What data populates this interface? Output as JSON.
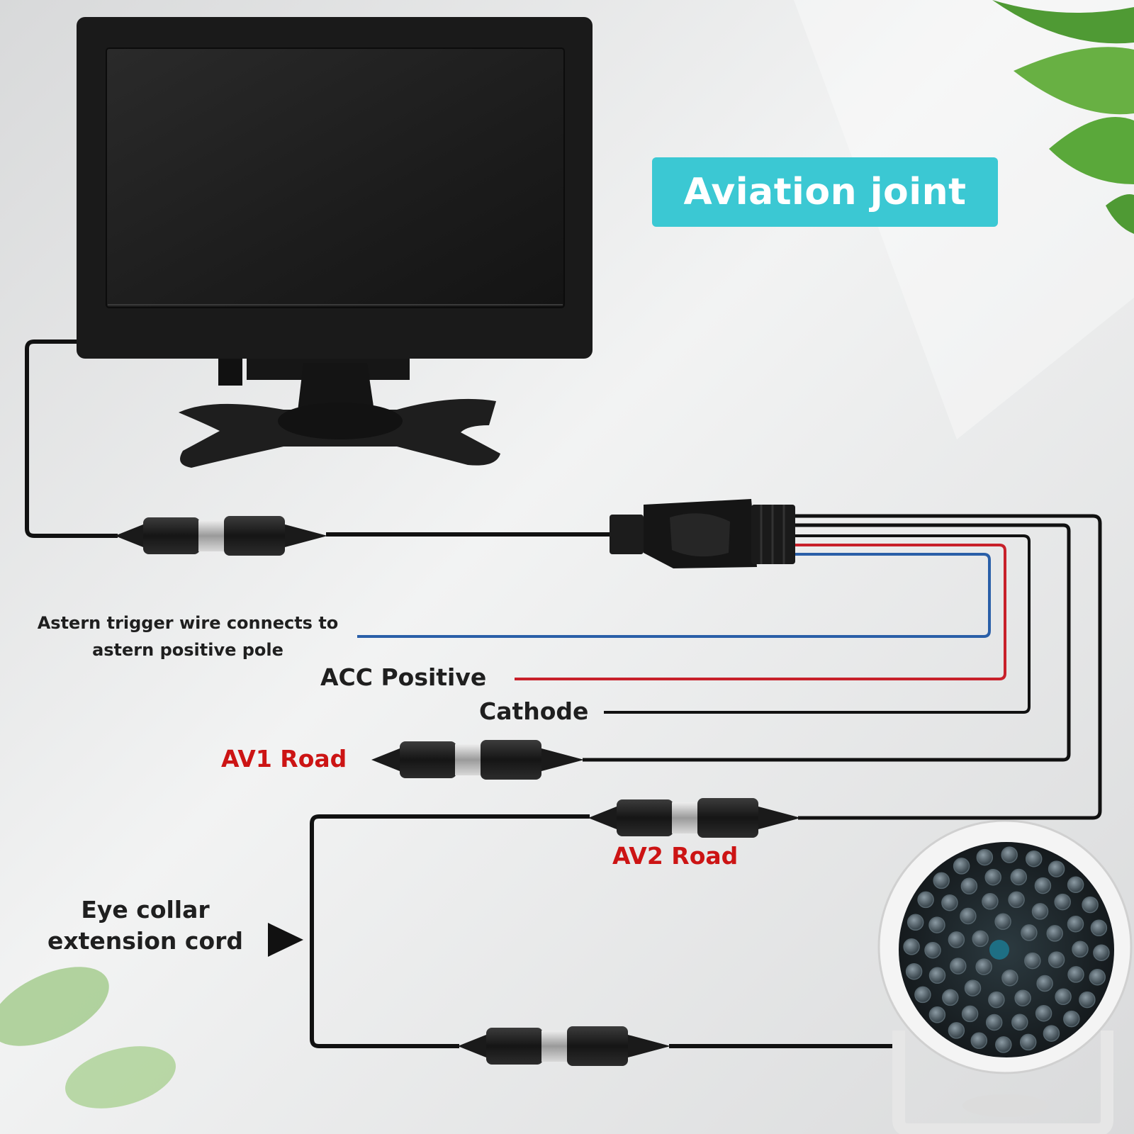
{
  "badge": {
    "text": "Aviation joint",
    "color": "#3bc8d3"
  },
  "labels": {
    "astern_trigger": "Astern trigger wire connects to astern positive pole",
    "acc_positive": "ACC Positive",
    "cathode": "Cathode",
    "av1": "AV1 Road",
    "av2": "AV2 Road",
    "eye_collar": "Eye collar extension cord"
  },
  "colors": {
    "label_dark": "#1f1f1f",
    "label_red": "#cc1414",
    "wire_black": "#111111",
    "wire_red": "#c8202a",
    "wire_blue": "#2a5fa8",
    "leaf_green": "#5aa83a"
  },
  "icons": {
    "monitor": "car-monitor-icon",
    "camera": "infrared-camera-icon",
    "connector": "aviation-connector-icon",
    "hub": "multi-wire-hub-icon",
    "pointer": "triangle-pointer-icon"
  }
}
